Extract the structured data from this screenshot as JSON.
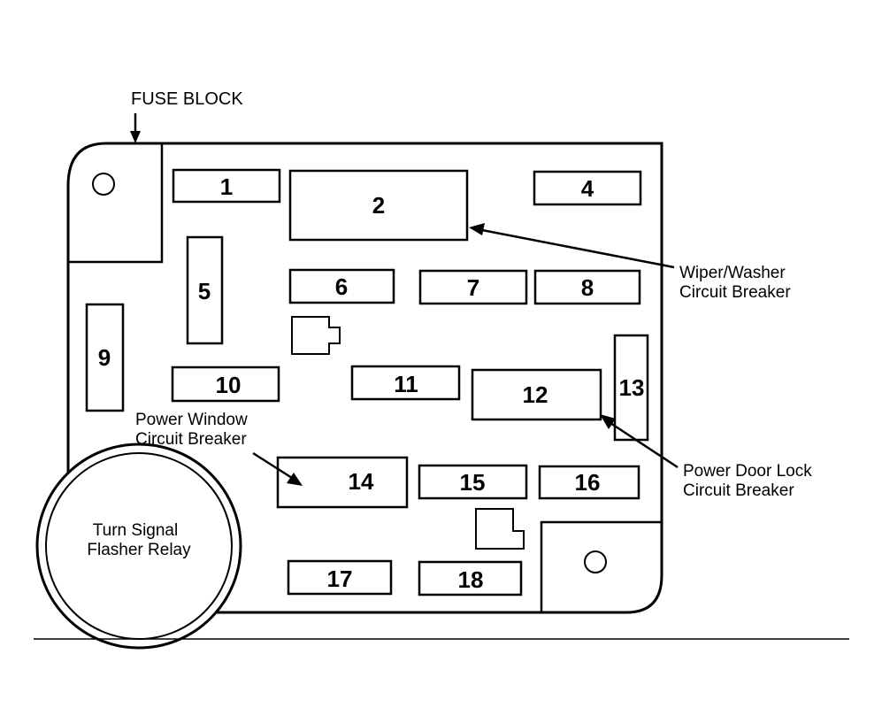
{
  "title": "FUSE BLOCK",
  "callouts": {
    "wiper_washer": [
      "Wiper/Washer",
      "Circuit Breaker"
    ],
    "power_window": [
      "Power Window",
      "Circuit Breaker"
    ],
    "power_door_lock": [
      "Power Door Lock",
      "Circuit Breaker"
    ],
    "turn_signal": [
      "Turn Signal",
      "Flasher Relay"
    ]
  },
  "fuses": [
    {
      "id": "1"
    },
    {
      "id": "2"
    },
    {
      "id": "4"
    },
    {
      "id": "5"
    },
    {
      "id": "6"
    },
    {
      "id": "7"
    },
    {
      "id": "8"
    },
    {
      "id": "9"
    },
    {
      "id": "10"
    },
    {
      "id": "11"
    },
    {
      "id": "12"
    },
    {
      "id": "13"
    },
    {
      "id": "14"
    },
    {
      "id": "15"
    },
    {
      "id": "16"
    },
    {
      "id": "17"
    },
    {
      "id": "18"
    }
  ]
}
